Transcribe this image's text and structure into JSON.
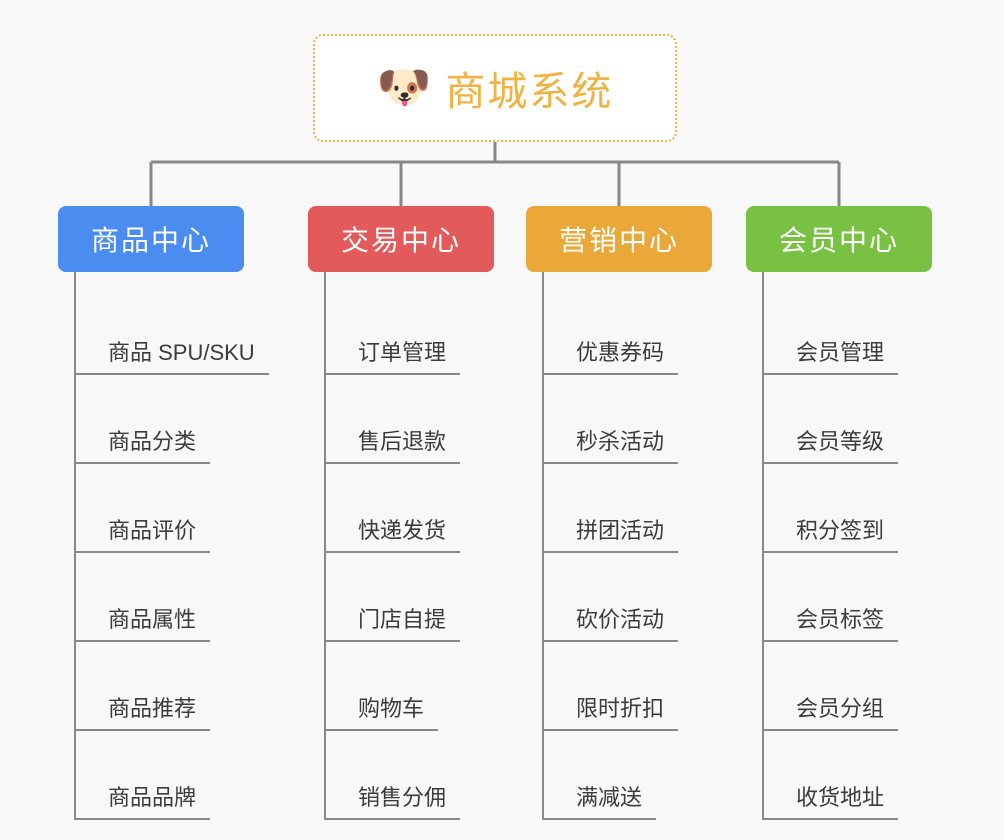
{
  "diagram": {
    "type": "org-tree",
    "background_color": "#f8f8f8",
    "connector_color": "#888888"
  },
  "root": {
    "title": "商城系统",
    "icon": "dog-face-emoji",
    "icon_glyph": "🐶",
    "text_color": "#f0b241",
    "border_color": "#eeb34a",
    "background_color": "#ffffff"
  },
  "branches": [
    {
      "label": "商品中心",
      "color": "#4a8cf0",
      "items": [
        "商品 SPU/SKU",
        "商品分类",
        "商品评价",
        "商品属性",
        "商品推荐",
        "商品品牌"
      ]
    },
    {
      "label": "交易中心",
      "color": "#e35a5a",
      "items": [
        "订单管理",
        "售后退款",
        "快递发货",
        "门店自提",
        "购物车",
        "销售分佣"
      ]
    },
    {
      "label": "营销中心",
      "color": "#e9a838",
      "items": [
        "优惠券码",
        "秒杀活动",
        "拼团活动",
        "砍价活动",
        "限时折扣",
        "满减送"
      ]
    },
    {
      "label": "会员中心",
      "color": "#79c143",
      "items": [
        "会员管理",
        "会员等级",
        "积分签到",
        "会员标签",
        "会员分组",
        "收货地址"
      ]
    }
  ]
}
